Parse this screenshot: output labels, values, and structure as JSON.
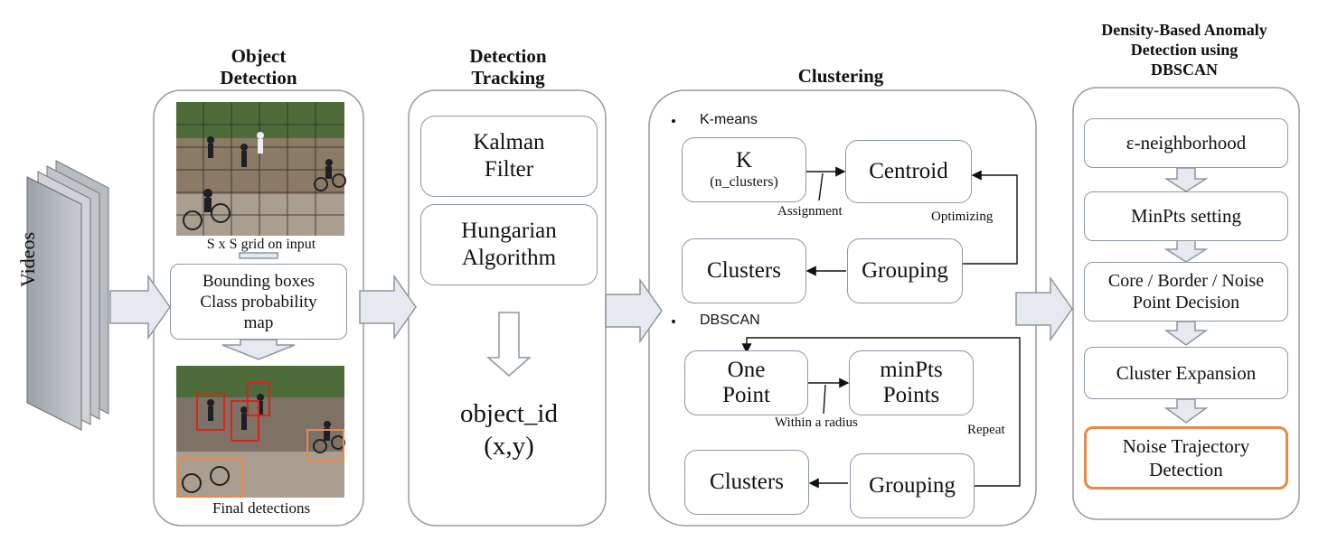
{
  "input": {
    "label": "Videos"
  },
  "panels": {
    "object_detection": {
      "title_line1": "Object",
      "title_line2": "Detection",
      "grid_caption": "S x S grid on input",
      "middle_box": [
        "Bounding boxes",
        "Class probability",
        "map"
      ],
      "final_caption": "Final detections"
    },
    "detection_tracking": {
      "title_line1": "Detection",
      "title_line2": "Tracking",
      "box1": [
        "Kalman",
        "Filter"
      ],
      "box2": [
        "Hungarian",
        "Algorithm"
      ],
      "output": [
        "object_id",
        "(x,y)"
      ]
    },
    "clustering": {
      "title": "Clustering",
      "kmeans": {
        "bullet": "K-means",
        "k_box": [
          "K",
          "(n_clusters)"
        ],
        "centroid": "Centroid",
        "assignment": "Assignment",
        "optimizing": "Optimizing",
        "clusters": "Clusters",
        "grouping": "Grouping"
      },
      "dbscan": {
        "bullet": "DBSCAN",
        "one_point": [
          "One",
          "Point"
        ],
        "minpts": [
          "minPts",
          "Points"
        ],
        "within": "Within a radius",
        "repeat": "Repeat",
        "clusters": "Clusters",
        "grouping": "Grouping"
      }
    },
    "anomaly": {
      "title_line1": "Density-Based Anomaly",
      "title_line2": "Detection using",
      "title_line3": "DBSCAN",
      "steps": [
        [
          "ε-neighborhood"
        ],
        [
          "MinPts setting"
        ],
        [
          "Core / Border / Noise",
          "Point Decision"
        ],
        [
          "Cluster Expansion"
        ],
        [
          "Noise Trajectory",
          "Detection"
        ]
      ]
    }
  },
  "colors": {
    "box_border": "#8a97a6",
    "panel_border": "#9a9a9a",
    "highlight": "#e8894a",
    "arrow_fill": "#e6e9ed"
  }
}
